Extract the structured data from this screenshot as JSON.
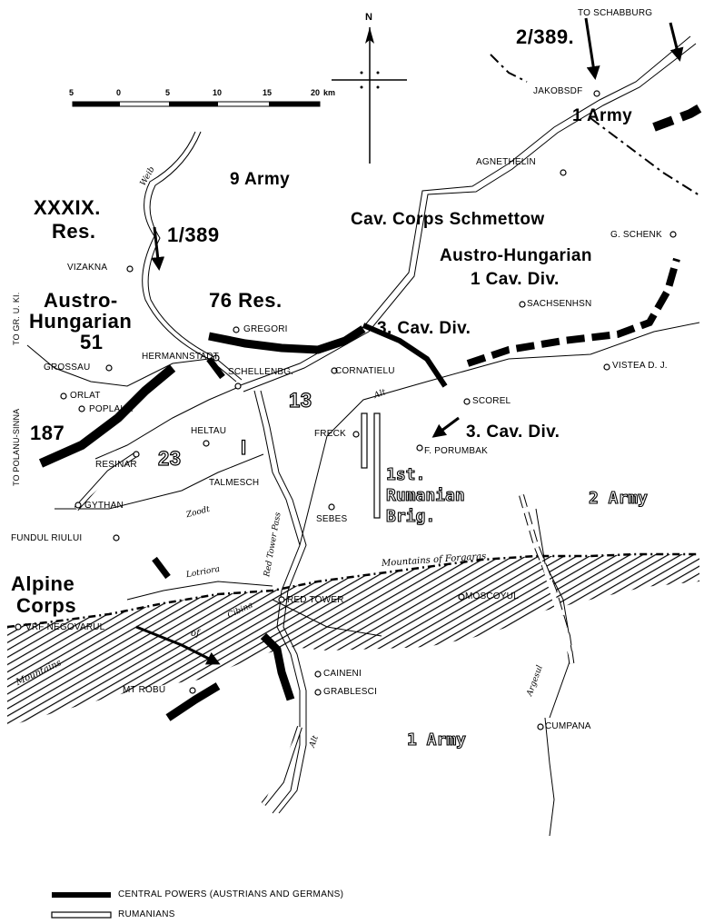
{
  "scale": {
    "ticks": [
      "5",
      "0",
      "5",
      "10",
      "15",
      "20"
    ],
    "unit": "km"
  },
  "compass": {
    "north": "N"
  },
  "towns": [
    {
      "id": "to-schabburg",
      "label": "TO SCHABBURG"
    },
    {
      "id": "jakobsdf",
      "label": "JAKOBSDF"
    },
    {
      "id": "agnethelin",
      "label": "AGNETHELIN"
    },
    {
      "id": "g-schenk",
      "label": "G. SCHENK"
    },
    {
      "id": "sachsenhsn",
      "label": "SACHSENHSN"
    },
    {
      "id": "vistea",
      "label": "VISTEA D. J."
    },
    {
      "id": "vizakna",
      "label": "VIZAKNA"
    },
    {
      "id": "gregori",
      "label": "GREGORI"
    },
    {
      "id": "hermannstadt",
      "label": "HERMANNSTADT"
    },
    {
      "id": "schellenbg",
      "label": "SCHELLENBG."
    },
    {
      "id": "cornatielu",
      "label": "CORNATIELU"
    },
    {
      "id": "grossau",
      "label": "GROSSAU"
    },
    {
      "id": "orlat",
      "label": "ORLAT"
    },
    {
      "id": "poplaka",
      "label": "POPLAKA"
    },
    {
      "id": "heltau",
      "label": "HELTAU"
    },
    {
      "id": "freck",
      "label": "FRECK"
    },
    {
      "id": "scorel",
      "label": "SCOREL"
    },
    {
      "id": "porumbak",
      "label": "F. PORUMBAK"
    },
    {
      "id": "resinar",
      "label": "RESINAR"
    },
    {
      "id": "talmesch",
      "label": "TALMESCH"
    },
    {
      "id": "gythan",
      "label": "GYTHAN"
    },
    {
      "id": "sebes",
      "label": "SEBES"
    },
    {
      "id": "fundul",
      "label": "FUNDUL RIULUI"
    },
    {
      "id": "red-tower",
      "label": "RED TOWER"
    },
    {
      "id": "moscoyul",
      "label": "MOSCOYUL"
    },
    {
      "id": "vrf-negovarul",
      "label": "VRF NEGOVARUL"
    },
    {
      "id": "caineni",
      "label": "CAINENI"
    },
    {
      "id": "grablesci",
      "label": "GRABLESCI"
    },
    {
      "id": "mt-robu",
      "label": "MT ROBU"
    },
    {
      "id": "cumpana",
      "label": "CUMPANA"
    },
    {
      "id": "to-polanu",
      "label": "TO POLANU-SINNA"
    },
    {
      "id": "to-gr",
      "label": "TO GR. U. KI."
    }
  ],
  "units": {
    "two_389": "2/389.",
    "one_army_top": "1 Army",
    "nine_army": "9 Army",
    "xxxix": "XXXIX.",
    "res": "Res.",
    "one_389": "1/389",
    "cav_corps": "Cav. Corps Schmettow",
    "ah_1cav_line1": "Austro-Hungarian",
    "ah_1cav_line2": "1  Cav. Div.",
    "ah51_line1": "Austro-",
    "ah51_line2": "Hungarian",
    "ah51_line3": "51",
    "res76": "76 Res.",
    "cav3_top": "3. Cav. Div.",
    "cav3_mid": "3. Cav. Div.",
    "n13": "13",
    "n187": "187",
    "n23": "23",
    "n1": "I",
    "rum_brig_1": "1st.",
    "rum_brig_2": "Rumanian",
    "rum_brig_3": "Brig.",
    "army2": "2 Army",
    "army1_bottom": "1 Army",
    "alpine_1": "Alpine",
    "alpine_2": "Corps"
  },
  "rivers": {
    "weib": "Weib",
    "zood": "Zoodt",
    "alt_top": "Alt",
    "alt_bottom": "Alt",
    "lotriora": "Lotriora",
    "cibina": "Cibina",
    "red_tower_pass": "Red Tower Pass",
    "argesul": "Argesul"
  },
  "mountains": {
    "forgaras": "Mountains of Forgaras",
    "of": "of",
    "mountains_left": "Mountains"
  },
  "legend": {
    "central": "CENTRAL POWERS (AUSTRIANS AND GERMANS)",
    "rumanians": "RUMANIANS"
  }
}
